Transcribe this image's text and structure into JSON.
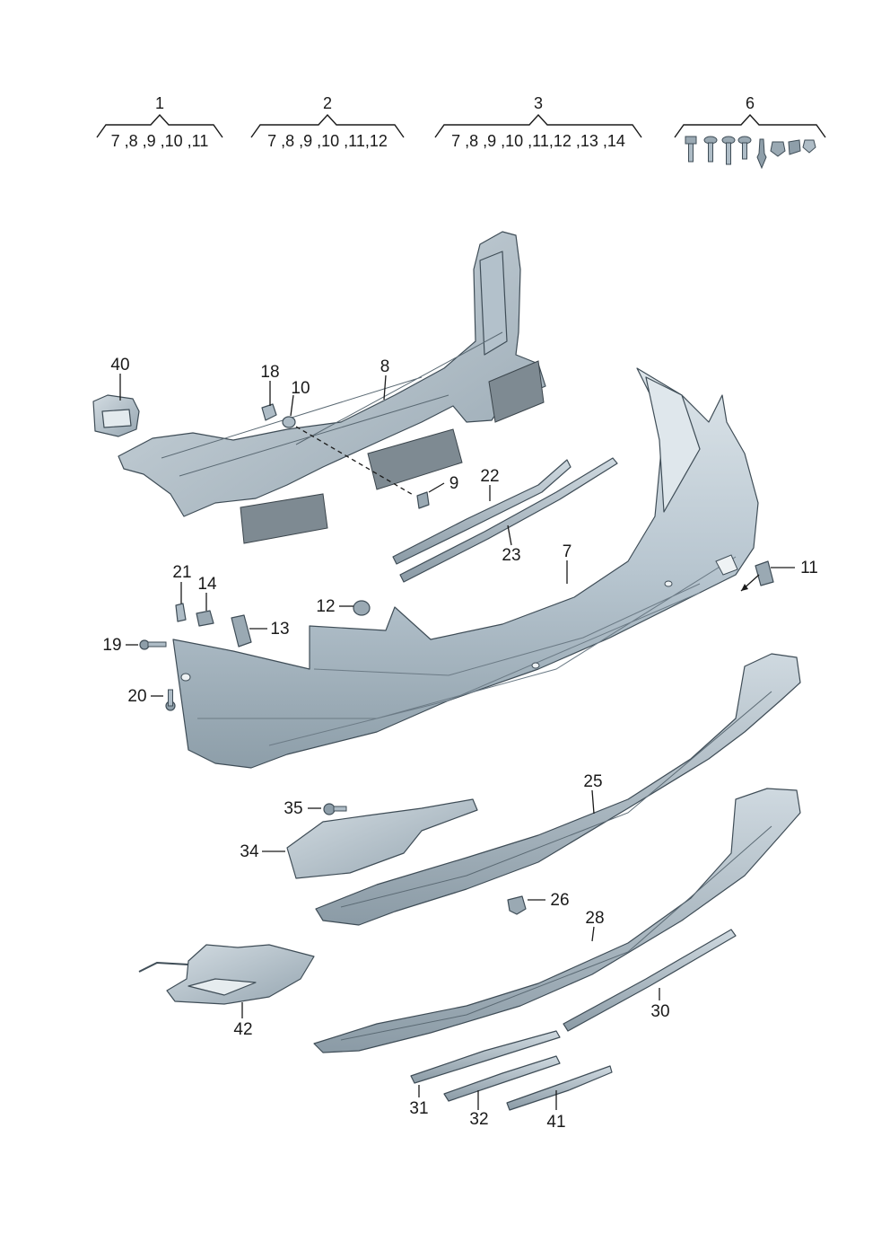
{
  "kits": [
    {
      "number": "1",
      "contents": "7 ,8 ,9 ,10 ,11"
    },
    {
      "number": "2",
      "contents": "7 ,8 ,9 ,10 ,11,12"
    },
    {
      "number": "3",
      "contents": "7 ,8 ,9 ,10 ,11,12 ,13 ,14"
    },
    {
      "number": "6",
      "contents": ""
    }
  ],
  "callouts": {
    "p40": "40",
    "p18": "18",
    "p10": "10",
    "p8": "8",
    "p9": "9",
    "p22": "22",
    "p23": "23",
    "p7": "7",
    "p11": "11",
    "p21": "21",
    "p14": "14",
    "p13": "13",
    "p12": "12",
    "p19": "19",
    "p20": "20",
    "p25": "25",
    "p35": "35",
    "p34": "34",
    "p26": "26",
    "p28": "28",
    "p30": "30",
    "p42": "42",
    "p31": "31",
    "p32": "32",
    "p41": "41"
  },
  "colors": {
    "part_fill_light": "#c9d4dc",
    "part_fill_mid": "#aebcc6",
    "part_fill_dark": "#8e9ea9",
    "outline": "#3f4d57",
    "label_text": "#1a1a1a"
  },
  "icons": [
    "bolt-icon",
    "clip-icon",
    "nut-icon",
    "screw-icon"
  ]
}
